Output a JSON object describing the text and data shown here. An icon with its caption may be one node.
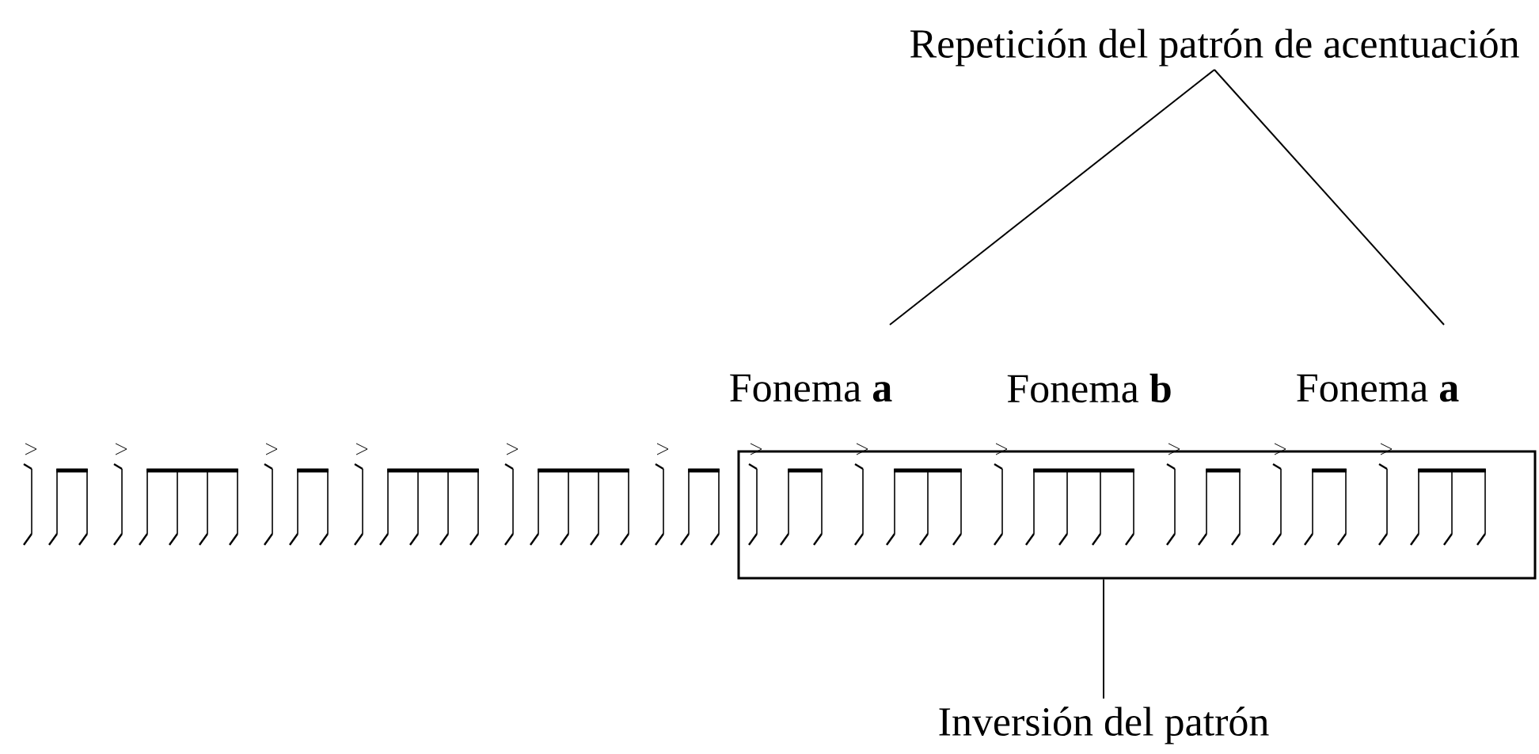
{
  "diagram": {
    "nodes": [
      {
        "text": [
          "Repetición del patrón de acentuación"
        ]
      },
      {
        "text": [
          "Fonema **a**"
        ]
      },
      {
        "text": [
          "Fonema **b**"
        ]
      },
      {
        "text": [
          "Fonema **a**"
        ]
      },
      {
        "text": [],
        "shape": "box"
      },
      {
        "text": [
          "Inversión del patrón"
        ]
      }
    ],
    "edges": [
      {
        "from": 0,
        "to": 1,
        "arrow": "none"
      },
      {
        "from": 0,
        "to": 3,
        "arrow": "none"
      },
      {
        "from": 4,
        "to": 5,
        "arrow": "none"
      }
    ]
  }
}
